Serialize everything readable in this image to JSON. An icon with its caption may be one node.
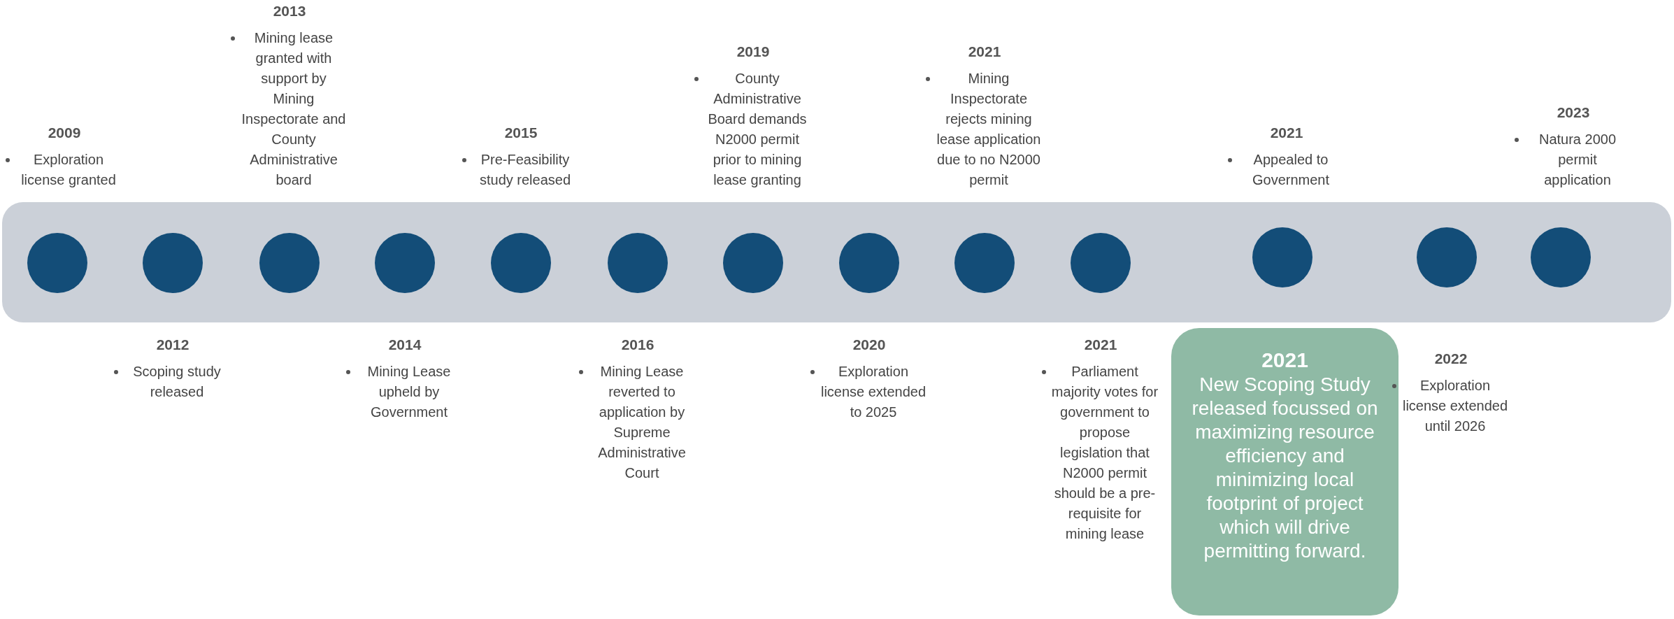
{
  "diagram": {
    "nodes": [
      {
        "text": [],
        "shape": "bar"
      },
      {
        "text": [],
        "shape": "circle",
        "in": 0
      },
      {
        "text": [],
        "shape": "circle",
        "in": 0
      },
      {
        "text": [],
        "shape": "circle",
        "in": 0
      },
      {
        "text": [],
        "shape": "circle",
        "in": 0
      },
      {
        "text": [],
        "shape": "circle",
        "in": 0
      },
      {
        "text": [],
        "shape": "circle",
        "in": 0
      },
      {
        "text": [],
        "shape": "circle",
        "in": 0
      },
      {
        "text": [],
        "shape": "circle",
        "in": 0
      },
      {
        "text": [],
        "shape": "circle",
        "in": 0
      },
      {
        "text": [],
        "shape": "circle",
        "in": 0
      },
      {
        "text": [],
        "shape": "circle",
        "in": 0
      },
      {
        "text": [],
        "shape": "circle",
        "in": 0
      },
      {
        "text": [],
        "shape": "circle",
        "in": 0
      },
      {
        "text": [
          "2021",
          "New Scoping Study released focussed on maximizing resource efficiency and minimizing local footprint of project which will drive permitting forward."
        ]
      }
    ],
    "edges": [],
    "labels": [
      "2009",
      "Exploration license granted",
      "2012",
      "Scoping study released",
      "2013",
      "Mining lease granted with support by Mining Inspectorate and County Administrative board",
      "2014",
      "Mining Lease upheld by Government",
      "2015",
      "Pre-Feasibility study released",
      "2016",
      "Mining Lease reverted to application by Supreme Administrative Court",
      "2019",
      "County Administrative Board demands N2000 permit prior to mining lease granting",
      "2020",
      "Exploration license extended to 2025",
      "2021",
      "Mining Inspectorate rejects mining lease application due to no N2000 permit",
      "2021",
      "Parliament majority votes for government to propose legislation that N2000 permit should be a pre-requisite for mining lease",
      "2021",
      "Appealed to Government",
      "2022",
      "Exploration license extended until 2026",
      "2023",
      "Natura 2000 permit application"
    ]
  }
}
